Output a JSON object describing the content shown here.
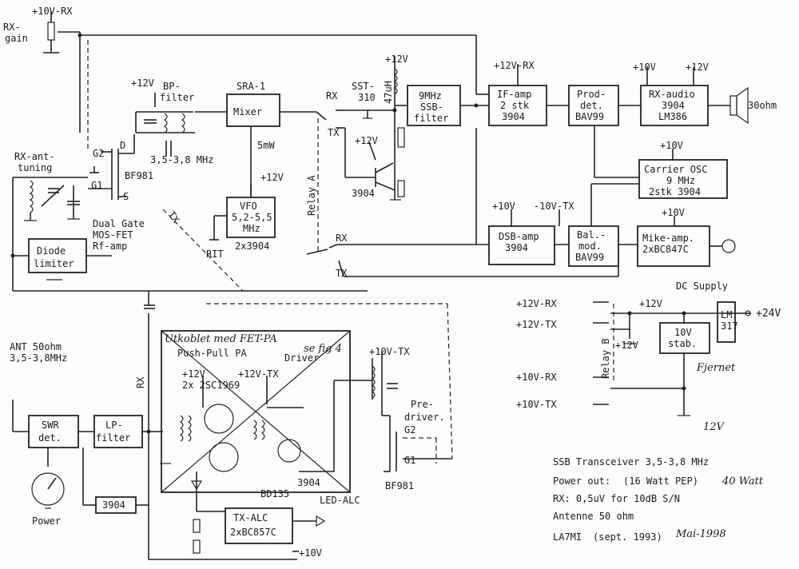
{
  "labels": {
    "plus10v_rx_top": "+10V-RX",
    "rx_gain": "RX-\ngain",
    "plus12v_bp": "+12V",
    "bp_filter": "BP-\nfilter",
    "sra1": "SRA-1",
    "mixer": "Mixer",
    "freq_35_38": "3,5-3,8 MHz",
    "g2": "G2",
    "g1": "G1",
    "d": "D",
    "s": "S",
    "bf981": "BF981",
    "rx_ant_tuning": "RX-ant-\ntuning",
    "dual_gate": "Dual Gate\nMOS-FET\nRf-amp",
    "diode_limiter": "Diode\nlimiter",
    "fivemw": "5mW",
    "plus12v_vfo": "+12V",
    "vfo": "VFO\n5,2-5,5\nMHz",
    "vfo_2x3904": "2x3904",
    "rit": "RIT",
    "tx_diag": "TX",
    "relay_a": "Relay A",
    "rx_relay": "RX",
    "tx_relay": "TX",
    "rx_relay_lower": "RX",
    "tx_relay_lower": "TX",
    "sst310": "SST-\n310",
    "plus12v_sst": "+12V",
    "uh47": "47uH",
    "plus12v_mid": "+12V",
    "t3904_mid": "3904",
    "ssb_filter": "9MHz\nSSB-\nfilter",
    "plus12v_rx_if": "+12V-RX",
    "if_amp": "IF-amp\n2 stk\n3904",
    "prod_det": "Prod-\ndet.\nBAV99",
    "plus10v_audio": "+10V",
    "plus12v_audio": "+12V",
    "rx_audio": "RX-audio\n3904\nLM386",
    "ohm30": "30ohm",
    "plus10v_carrier": "+10V",
    "carrier_osc": "Carrier OSC\n9 MHz\n2stk 3904",
    "plus10v_dsb": "+10V",
    "minus10v_tx": "-10V-TX",
    "dsb_amp": "DSB-amp\n3904",
    "bal_mod": "Bal.-\nmod.\nBAV99",
    "plus10v_mike": "+10V",
    "mike_amp": "Mike-amp.\n2xBC847C",
    "dc_supply": "DC Supply",
    "plus12v_rx_rail": "+12V-RX",
    "plus12v_tx_rail": "+12V-TX",
    "plus10v_rx_rail": "+10V-RX",
    "plus10v_tx_rail": "+10V-TX",
    "plus12v_relay": "+12V",
    "plus12v_tap": "+12V",
    "plus24v": "+24V",
    "lm317": "LM\n317",
    "stab10v": "10V\nstab.",
    "relay_b": "Relay B",
    "fjernet": "Fjernet",
    "v12": "12V",
    "ant": "ANT 50ohm\n3,5-3,8MHz",
    "swr_det": "SWR\ndet.",
    "lp_filter": "LP-\nfilter",
    "power": "Power",
    "t3904_swr": "3904",
    "rx_pa": "RX",
    "utkoblet": "Utkoblet med FET-PA",
    "se_fig4": "se fig 4",
    "push_pull_pa": "Push-Pull PA",
    "driver": "Driver",
    "plus12v_pa": "+12V",
    "pa_transistors": "2x 2SC1969",
    "plus12v_tx_pa": "+12V-TX",
    "bd135": "BD135",
    "t3904_pa": "3904",
    "led_alc": "LED-ALC",
    "tx_alc": "TX-ALC\n2xBC857C",
    "plus10v_bottom": "+10V",
    "plus10v_tx_predriver": "+10V-TX",
    "pre_driver": "Pre-\ndriver.",
    "g2_pd": "G2",
    "g1_pd": "G1",
    "bf981_pd": "BF981",
    "notes": {
      "title": "SSB Transceiver 3,5-3,8 MHz",
      "power_out_a": "Power out:",
      "power_out_b": "(16 Watt PEP)",
      "power_out_hand": "40 Watt",
      "rx_sens": "RX: 0,5uV for 10dB S/N",
      "antenne": "Antenne  50 ohm",
      "la7mi": "LA7MI",
      "date": "(sept. 1993)",
      "date_hand": "Mai-1998"
    }
  }
}
